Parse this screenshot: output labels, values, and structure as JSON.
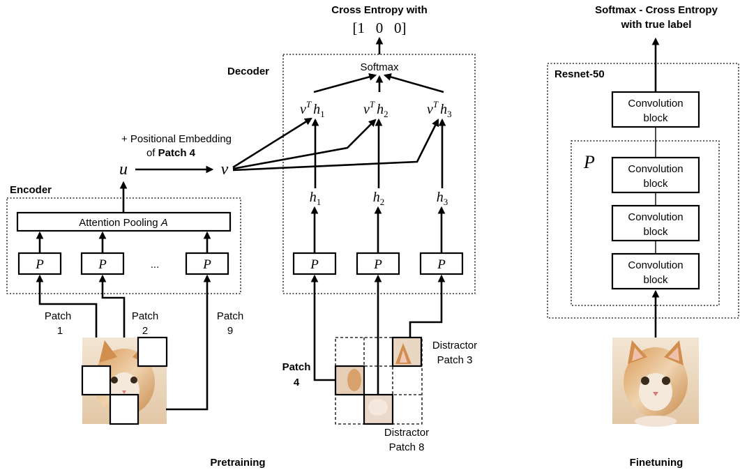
{
  "pretraining": {
    "caption": "Pretraining",
    "encoder_label": "Encoder",
    "decoder_label": "Decoder",
    "attention_pooling": "Attention Pooling ",
    "attention_symbol": "A",
    "encoder_p_blocks": [
      "P",
      "P",
      "P"
    ],
    "ellipsis": "...",
    "patch_labels": {
      "patch1_line1": "Patch",
      "patch1_line2": "1",
      "patch2_line1": "Patch",
      "patch2_line2": "2",
      "patch9_line1": "Patch",
      "patch9_line2": "9"
    },
    "u_symbol": "u",
    "v_symbol": "v",
    "positional_line1": "+ Positional Embedding",
    "positional_line2a": "of ",
    "positional_line2b": "Patch 4",
    "decoder_p_blocks": [
      "P",
      "P",
      "P"
    ],
    "h_sub": [
      "1",
      "2",
      "3"
    ],
    "h_symbol": "h",
    "vT_v": "v",
    "vT_T": "T",
    "softmax": "Softmax",
    "cross_entropy": "Cross Entropy with",
    "target_vector": "[1   0   0]",
    "patch4_line1": "Patch",
    "patch4_line2": "4",
    "distractor3_line1": "Distractor",
    "distractor3_line2": "Patch 3",
    "distractor8_line1": "Distractor",
    "distractor8_line2": "Patch 8"
  },
  "finetuning": {
    "caption": "Finetuning",
    "title_line1": "Softmax - Cross Entropy",
    "title_line2": "with true label",
    "resnet_label": "Resnet-50",
    "p_label": "P",
    "blocks": [
      {
        "line1": "Convolution",
        "line2": "block"
      },
      {
        "line1": "Convolution",
        "line2": "block"
      },
      {
        "line1": "Convolution",
        "line2": "block"
      },
      {
        "line1": "Convolution",
        "line2": "block"
      }
    ]
  },
  "colors": {
    "kitten_fur": "#d9a066",
    "kitten_light": "#f2e2cf",
    "background": "#ffffff"
  }
}
